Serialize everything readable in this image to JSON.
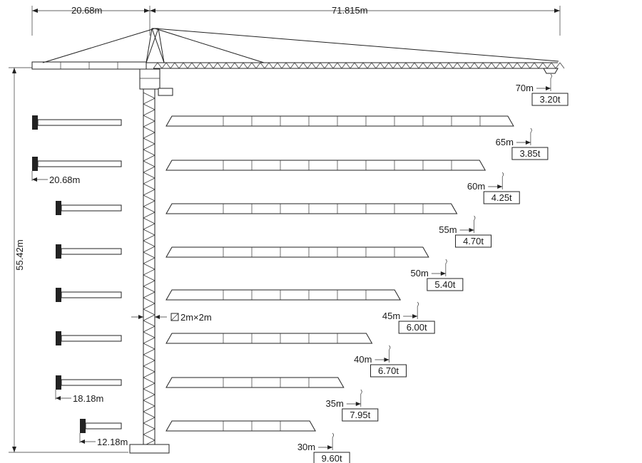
{
  "dimensions": {
    "counter_jib_length": "20.68m",
    "jib_length": "71.815m",
    "height": "55.42m",
    "tower_section": "2m×2m"
  },
  "counter_jib_options": [
    "20.68m",
    "18.18m",
    "12.18m"
  ],
  "configurations": [
    {
      "radius": "70m",
      "capacity": "3.20t"
    },
    {
      "radius": "65m",
      "capacity": "3.85t"
    },
    {
      "radius": "60m",
      "capacity": "4.25t"
    },
    {
      "radius": "55m",
      "capacity": "4.70t"
    },
    {
      "radius": "50m",
      "capacity": "5.40t"
    },
    {
      "radius": "45m",
      "capacity": "6.00t"
    },
    {
      "radius": "40m",
      "capacity": "6.70t"
    },
    {
      "radius": "35m",
      "capacity": "7.95t"
    },
    {
      "radius": "30m",
      "capacity": "9.60t"
    }
  ],
  "colors": {
    "line": "#222222",
    "background": "#ffffff"
  }
}
